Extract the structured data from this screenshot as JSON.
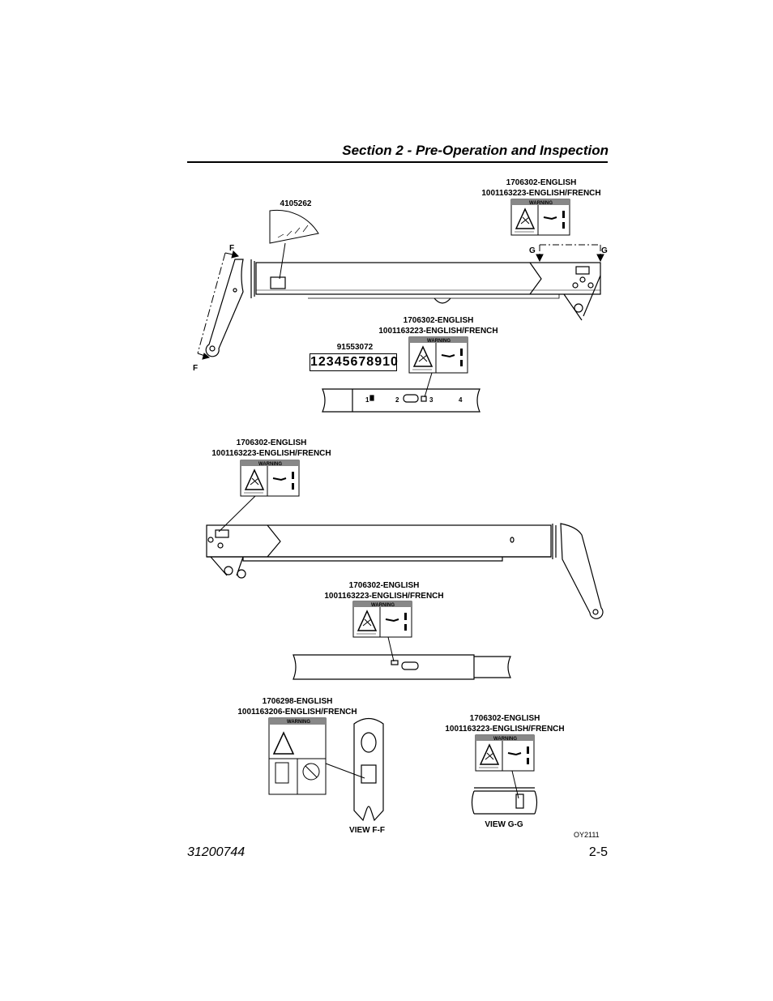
{
  "header": {
    "title": "Section 2 - Pre-Operation and Inspection"
  },
  "labels": {
    "top_right_decal": {
      "line1": "1706302-ENGLISH",
      "line2": "1001163223-ENGLISH/FRENCH"
    },
    "angle_decal": "4105262",
    "number_decal": "91553072",
    "number_strip": "12345678910",
    "mid_decal": {
      "line1": "1706302-ENGLISH",
      "line2": "1001163223-ENGLISH/FRENCH"
    },
    "left_decal": {
      "line1": "1706302-ENGLISH",
      "line2": "1001163223-ENGLISH/FRENCH"
    },
    "lower_decal": {
      "line1": "1706302-ENGLISH",
      "line2": "1001163223-ENGLISH/FRENCH"
    },
    "ff_decal": {
      "line1": "1706298-ENGLISH",
      "line2": "1001163206-ENGLISH/FRENCH"
    },
    "gg_decal": {
      "line1": "1706302-ENGLISH",
      "line2": "1001163223-ENGLISH/FRENCH"
    },
    "warning": "WARNING",
    "section_f": "F",
    "section_g": "G",
    "view_ff": "VIEW F-F",
    "view_gg": "VIEW G-G",
    "figure_id": "OY2111",
    "boom_marks": [
      "1",
      "2",
      "3",
      "4"
    ]
  },
  "footer": {
    "doc_number": "31200744",
    "page": "2-5"
  }
}
